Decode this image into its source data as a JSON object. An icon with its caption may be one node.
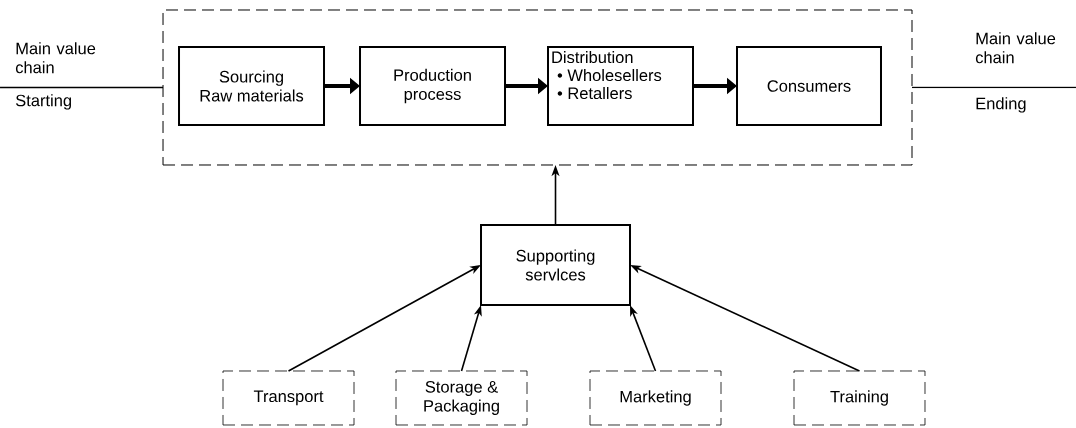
{
  "diagram": {
    "nodes": [
      {
        "text": [],
        "shape": "box"
      },
      {
        "text": [
          "Sourcing",
          "Raw materials"
        ],
        "in": 0
      },
      {
        "text": [
          "Production process"
        ],
        "in": 0
      },
      {
        "text": [
          "Distribution",
          "• Wholesellers",
          "• Retallers"
        ],
        "in": 0
      },
      {
        "text": [
          "Consumers"
        ],
        "in": 0
      },
      {
        "text": [
          "Supporting servlces"
        ]
      },
      {
        "text": [
          "Transport"
        ]
      },
      {
        "text": [
          "Storage & Packaging"
        ]
      },
      {
        "text": [
          "Marketing"
        ]
      },
      {
        "text": [
          "Training"
        ]
      }
    ],
    "edges": [
      {
        "from": 1,
        "to": 2,
        "arrow": "to",
        "style": "thick"
      },
      {
        "from": 2,
        "to": 3,
        "arrow": "to",
        "style": "thick"
      },
      {
        "from": 3,
        "to": 4,
        "arrow": "to",
        "style": "thick"
      },
      {
        "from": 5,
        "to": 0,
        "arrow": "to"
      },
      {
        "from": 6,
        "to": 5,
        "arrow": "to"
      },
      {
        "from": 7,
        "to": 5,
        "arrow": "to"
      },
      {
        "from": 8,
        "to": 5,
        "arrow": "to"
      },
      {
        "from": 9,
        "to": 5,
        "arrow": "to"
      },
      {
        "from": null,
        "to": 0,
        "arrow": "none"
      },
      {
        "from": 0,
        "to": null,
        "arrow": "none"
      }
    ],
    "labels": [
      "Main value chain",
      "Starting",
      "Main value chain",
      "Ending"
    ]
  }
}
